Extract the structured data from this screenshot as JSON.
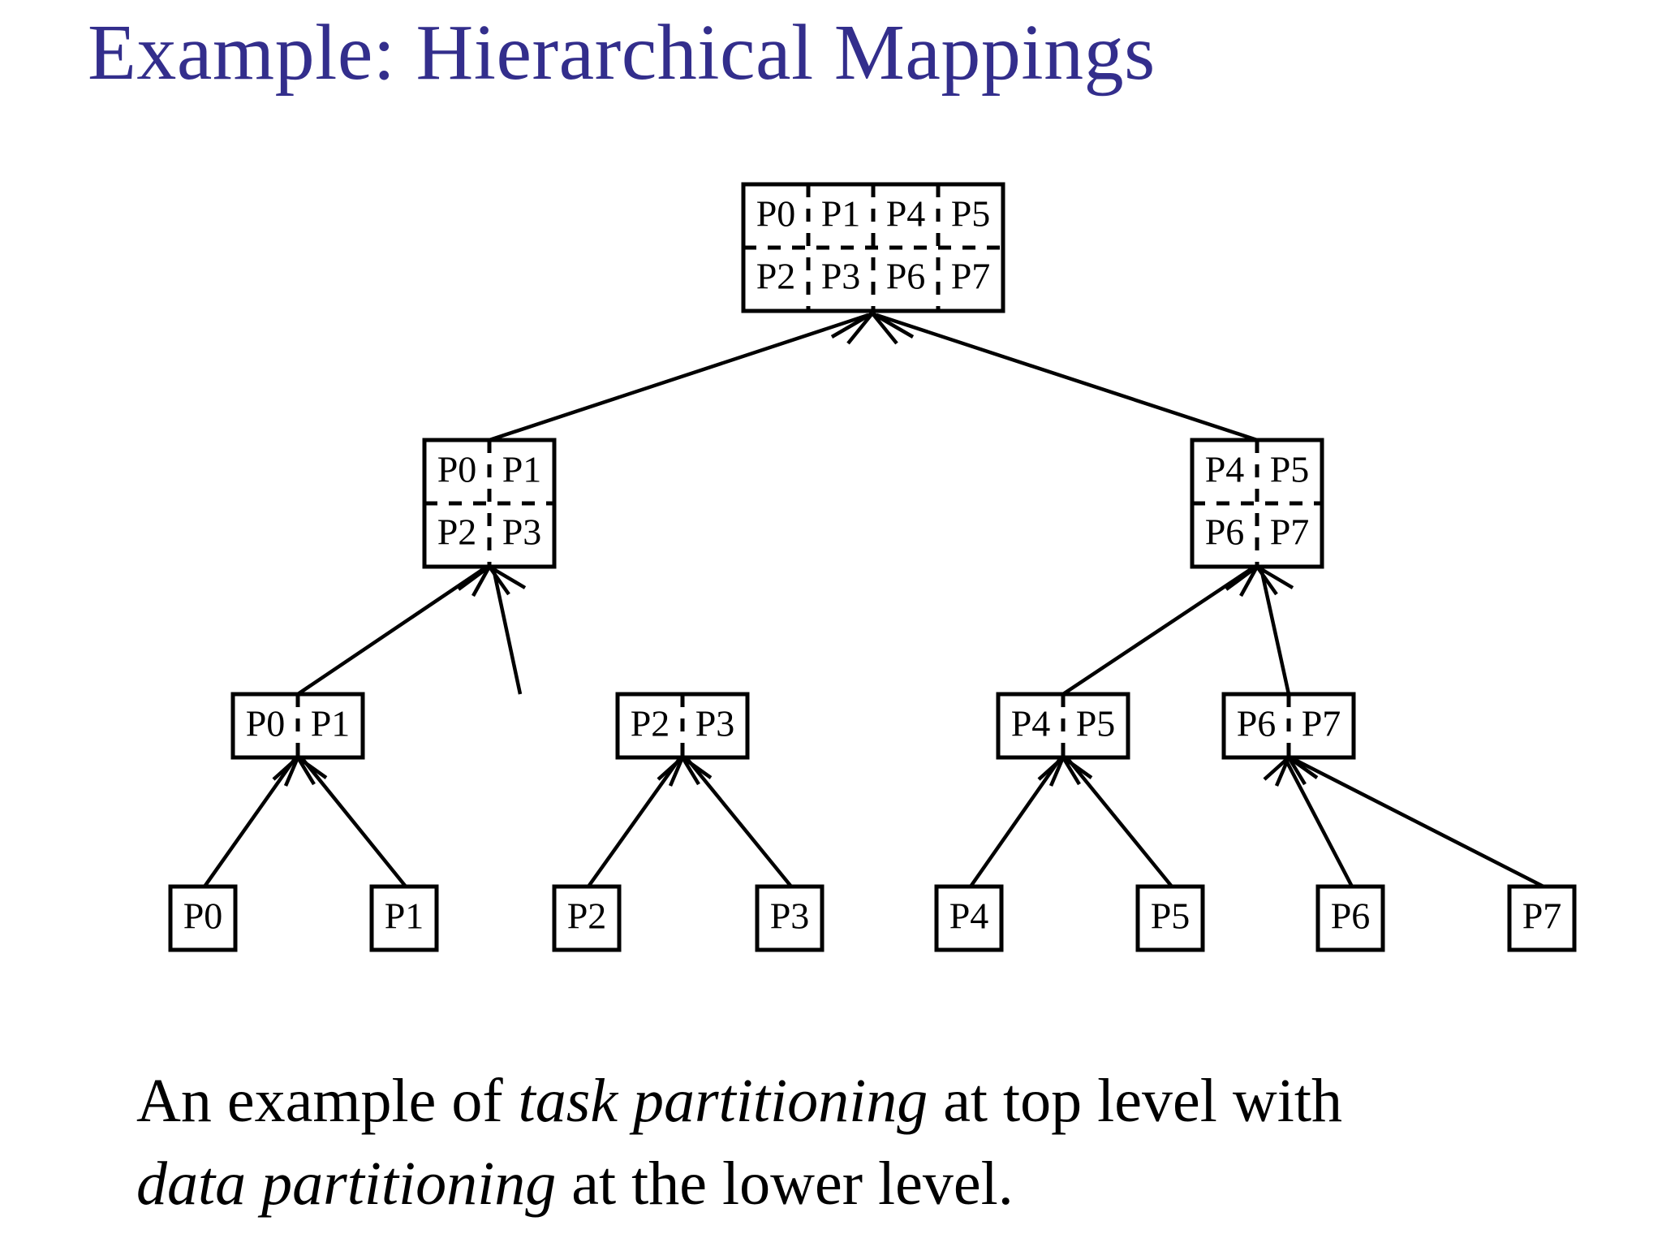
{
  "slide": {
    "title": "Example: Hierarchical Mappings",
    "title_color": "#332E8C",
    "background_color": "#ffffff"
  },
  "caption": {
    "line1_pre": "An example of ",
    "line1_em": "task partitioning",
    "line1_post": " at top level with",
    "line2_em": "data partitioning",
    "line2_post": " at the lower level."
  },
  "diagram": {
    "type": "hierarchical-tree",
    "levels": 4,
    "level1": {
      "label": "root-partition-box",
      "grid": {
        "cols": 4,
        "rows": 2
      },
      "cells": [
        [
          "P0",
          "P1",
          "P4",
          "P5"
        ],
        [
          "P2",
          "P3",
          "P6",
          "P7"
        ]
      ]
    },
    "level2": [
      {
        "label": "left-subtree-box",
        "grid": {
          "cols": 2,
          "rows": 2
        },
        "cells": [
          [
            "P0",
            "P1"
          ],
          [
            "P2",
            "P3"
          ]
        ]
      },
      {
        "label": "right-subtree-box",
        "grid": {
          "cols": 2,
          "rows": 2
        },
        "cells": [
          [
            "P4",
            "P5"
          ],
          [
            "P6",
            "P7"
          ]
        ]
      }
    ],
    "level3": [
      {
        "label": "pair-box-p0-p1",
        "grid": {
          "cols": 2,
          "rows": 1
        },
        "cells": [
          [
            "P0",
            "P1"
          ]
        ]
      },
      {
        "label": "pair-box-p2-p3",
        "grid": {
          "cols": 2,
          "rows": 1
        },
        "cells": [
          [
            "P2",
            "P3"
          ]
        ]
      },
      {
        "label": "pair-box-p4-p5",
        "grid": {
          "cols": 2,
          "rows": 1
        },
        "cells": [
          [
            "P4",
            "P5"
          ]
        ]
      },
      {
        "label": "pair-box-p6-p7",
        "grid": {
          "cols": 2,
          "rows": 1
        },
        "cells": [
          [
            "P6",
            "P7"
          ]
        ]
      }
    ],
    "level4": [
      {
        "label": "leaf-p0",
        "text": "P0"
      },
      {
        "label": "leaf-p1",
        "text": "P1"
      },
      {
        "label": "leaf-p2",
        "text": "P2"
      },
      {
        "label": "leaf-p3",
        "text": "P3"
      },
      {
        "label": "leaf-p4",
        "text": "P4"
      },
      {
        "label": "leaf-p5",
        "text": "P5"
      },
      {
        "label": "leaf-p6",
        "text": "P6"
      },
      {
        "label": "leaf-p7",
        "text": "P7"
      }
    ]
  }
}
